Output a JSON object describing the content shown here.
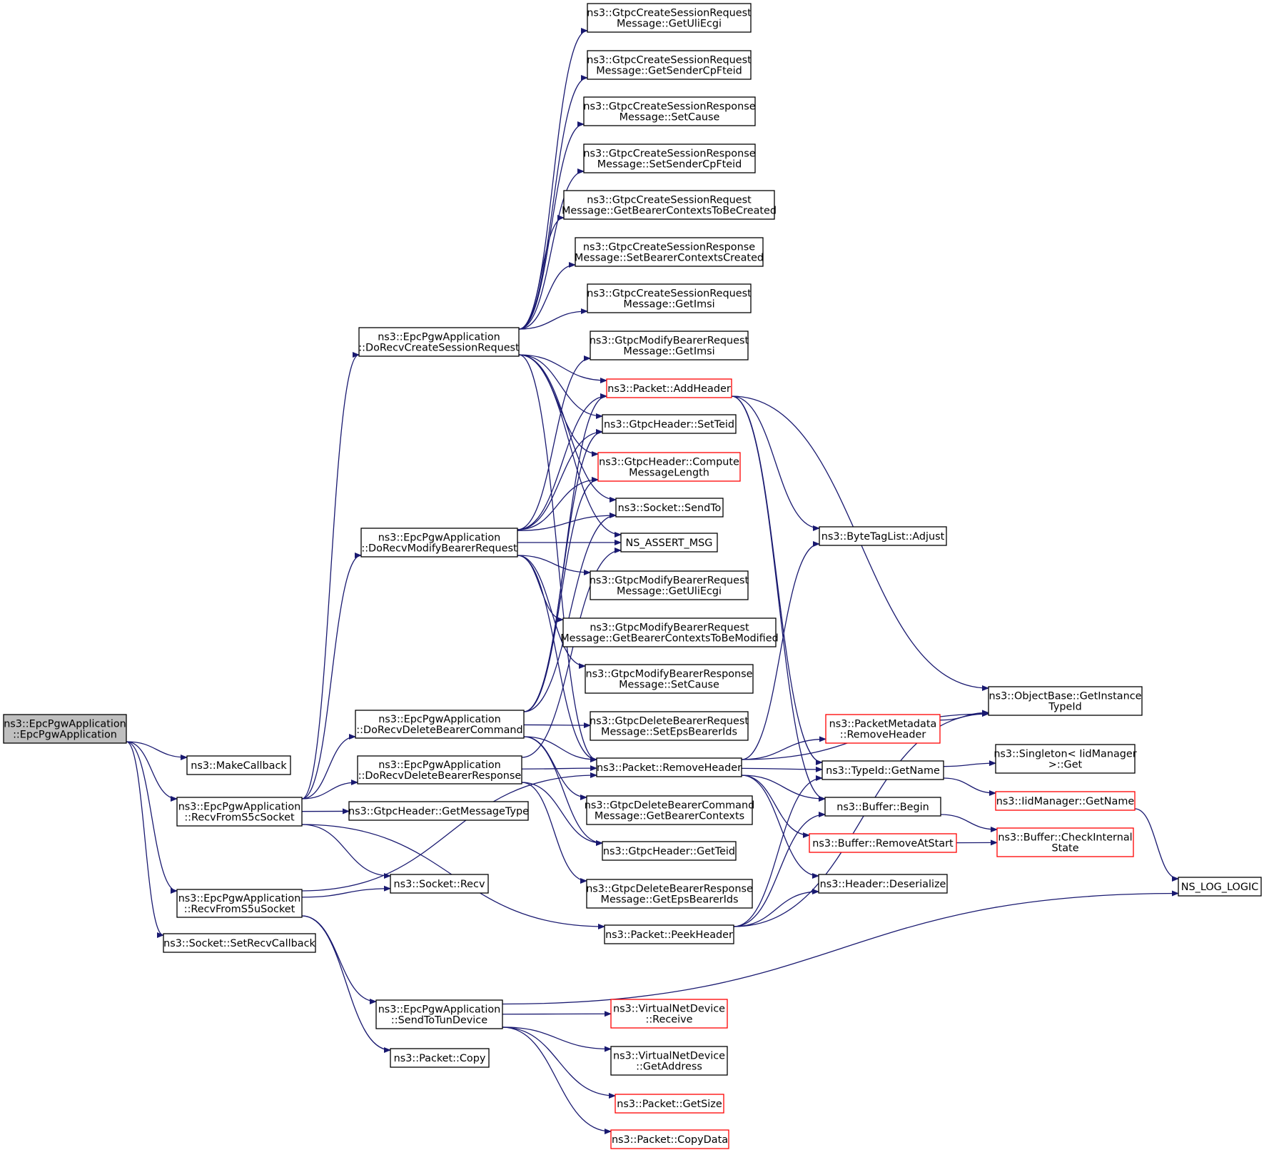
{
  "colors": {
    "edge": "#191970",
    "box_border": "#000000",
    "linked_border_red": "#ff0000",
    "root_fill": "#bfbfbf",
    "node_fill": "#ffffff"
  },
  "nodes": [
    {
      "id": "root",
      "lines": [
        "ns3::EpcPgwApplication",
        "::EpcPgwApplication"
      ],
      "style": "root"
    },
    {
      "id": "makecallback",
      "lines": [
        "ns3::MakeCallback"
      ],
      "style": "black"
    },
    {
      "id": "recvs5c",
      "lines": [
        "ns3::EpcPgwApplication",
        "::RecvFromS5cSocket"
      ],
      "style": "black"
    },
    {
      "id": "recvs5u",
      "lines": [
        "ns3::EpcPgwApplication",
        "::RecvFromS5uSocket"
      ],
      "style": "black"
    },
    {
      "id": "setrecvcb",
      "lines": [
        "ns3::Socket::SetRecvCallback"
      ],
      "style": "black"
    },
    {
      "id": "docreate",
      "lines": [
        "ns3::EpcPgwApplication",
        "::DoRecvCreateSessionRequest"
      ],
      "style": "black"
    },
    {
      "id": "domodify",
      "lines": [
        "ns3::EpcPgwApplication",
        "::DoRecvModifyBearerRequest"
      ],
      "style": "black"
    },
    {
      "id": "dodelcmd",
      "lines": [
        "ns3::EpcPgwApplication",
        "::DoRecvDeleteBearerCommand"
      ],
      "style": "black"
    },
    {
      "id": "dodelresp",
      "lines": [
        "ns3::EpcPgwApplication",
        "::DoRecvDeleteBearerResponse"
      ],
      "style": "black"
    },
    {
      "id": "getmsgtype",
      "lines": [
        "ns3::GtpcHeader::GetMessageType"
      ],
      "style": "black"
    },
    {
      "id": "socketrecv",
      "lines": [
        "ns3::Socket::Recv"
      ],
      "style": "black"
    },
    {
      "id": "sendtotun",
      "lines": [
        "ns3::EpcPgwApplication",
        "::SendToTunDevice"
      ],
      "style": "black"
    },
    {
      "id": "packetcopy",
      "lines": [
        "ns3::Packet::Copy"
      ],
      "style": "black"
    },
    {
      "id": "c_getuli",
      "lines": [
        "ns3::GtpcCreateSessionRequest",
        "Message::GetUliEcgi"
      ],
      "style": "black"
    },
    {
      "id": "c_getsender",
      "lines": [
        "ns3::GtpcCreateSessionRequest",
        "Message::GetSenderCpFteid"
      ],
      "style": "black"
    },
    {
      "id": "r_setcause",
      "lines": [
        "ns3::GtpcCreateSessionResponse",
        "Message::SetCause"
      ],
      "style": "black"
    },
    {
      "id": "r_setsender",
      "lines": [
        "ns3::GtpcCreateSessionResponse",
        "Message::SetSenderCpFteid"
      ],
      "style": "black"
    },
    {
      "id": "c_getbearer",
      "lines": [
        "ns3::GtpcCreateSessionRequest",
        "Message::GetBearerContextsToBeCreated"
      ],
      "style": "black"
    },
    {
      "id": "r_setbearer",
      "lines": [
        "ns3::GtpcCreateSessionResponse",
        "Message::SetBearerContextsCreated"
      ],
      "style": "black"
    },
    {
      "id": "c_getimsi",
      "lines": [
        "ns3::GtpcCreateSessionRequest",
        "Message::GetImsi"
      ],
      "style": "black"
    },
    {
      "id": "m_getimsi",
      "lines": [
        "ns3::GtpcModifyBearerRequest",
        "Message::GetImsi"
      ],
      "style": "black"
    },
    {
      "id": "addheader",
      "lines": [
        "ns3::Packet::AddHeader"
      ],
      "style": "red"
    },
    {
      "id": "setteid",
      "lines": [
        "ns3::GtpcHeader::SetTeid"
      ],
      "style": "black"
    },
    {
      "id": "computelen",
      "lines": [
        "ns3::GtpcHeader::Compute",
        "MessageLength"
      ],
      "style": "red"
    },
    {
      "id": "sendto",
      "lines": [
        "ns3::Socket::SendTo"
      ],
      "style": "black"
    },
    {
      "id": "assertmsg",
      "lines": [
        "NS_ASSERT_MSG"
      ],
      "style": "black"
    },
    {
      "id": "m_getuli",
      "lines": [
        "ns3::GtpcModifyBearerRequest",
        "Message::GetUliEcgi"
      ],
      "style": "black"
    },
    {
      "id": "m_getbearer",
      "lines": [
        "ns3::GtpcModifyBearerRequest",
        "Message::GetBearerContextsToBeModified"
      ],
      "style": "black"
    },
    {
      "id": "mr_setcause",
      "lines": [
        "ns3::GtpcModifyBearerResponse",
        "Message::SetCause"
      ],
      "style": "black"
    },
    {
      "id": "d_seteps",
      "lines": [
        "ns3::GtpcDeleteBearerRequest",
        "Message::SetEpsBearerIds"
      ],
      "style": "black"
    },
    {
      "id": "removeheader",
      "lines": [
        "ns3::Packet::RemoveHeader"
      ],
      "style": "black"
    },
    {
      "id": "dc_getbearer",
      "lines": [
        "ns3::GtpcDeleteBearerCommand",
        "Message::GetBearerContexts"
      ],
      "style": "black"
    },
    {
      "id": "getteid",
      "lines": [
        "ns3::GtpcHeader::GetTeid"
      ],
      "style": "black"
    },
    {
      "id": "dr_geteps",
      "lines": [
        "ns3::GtpcDeleteBearerResponse",
        "Message::GetEpsBearerIds"
      ],
      "style": "black"
    },
    {
      "id": "peekheader",
      "lines": [
        "ns3::Packet::PeekHeader"
      ],
      "style": "black"
    },
    {
      "id": "vnd_receive",
      "lines": [
        "ns3::VirtualNetDevice",
        "::Receive"
      ],
      "style": "red"
    },
    {
      "id": "vnd_getaddr",
      "lines": [
        "ns3::VirtualNetDevice",
        "::GetAddress"
      ],
      "style": "black"
    },
    {
      "id": "getsize",
      "lines": [
        "ns3::Packet::GetSize"
      ],
      "style": "red"
    },
    {
      "id": "copydata",
      "lines": [
        "ns3::Packet::CopyData"
      ],
      "style": "red"
    },
    {
      "id": "bytetagadjust",
      "lines": [
        "ns3::ByteTagList::Adjust"
      ],
      "style": "black"
    },
    {
      "id": "pm_remove",
      "lines": [
        "ns3::PacketMetadata",
        "::RemoveHeader"
      ],
      "style": "red"
    },
    {
      "id": "typeid_getname",
      "lines": [
        "ns3::TypeId::GetName"
      ],
      "style": "black"
    },
    {
      "id": "buffer_begin",
      "lines": [
        "ns3::Buffer::Begin"
      ],
      "style": "black"
    },
    {
      "id": "buffer_removeatstart",
      "lines": [
        "ns3::Buffer::RemoveAtStart"
      ],
      "style": "red"
    },
    {
      "id": "header_deserialize",
      "lines": [
        "ns3::Header::Deserialize"
      ],
      "style": "black"
    },
    {
      "id": "objbase_getinstance",
      "lines": [
        "ns3::ObjectBase::GetInstance",
        "TypeId"
      ],
      "style": "black"
    },
    {
      "id": "singleton_get",
      "lines": [
        "ns3::Singleton< IidManager",
        " >::Get"
      ],
      "style": "black"
    },
    {
      "id": "iidmanager_getname",
      "lines": [
        "ns3::IidManager::GetName"
      ],
      "style": "red"
    },
    {
      "id": "buffer_checkinternal",
      "lines": [
        "ns3::Buffer::CheckInternal",
        "State"
      ],
      "style": "red"
    },
    {
      "id": "ns_log_logic",
      "lines": [
        "NS_LOG_LOGIC"
      ],
      "style": "black"
    }
  ],
  "edges": [
    [
      "root",
      "makecallback"
    ],
    [
      "root",
      "recvs5c"
    ],
    [
      "root",
      "recvs5u"
    ],
    [
      "root",
      "setrecvcb"
    ],
    [
      "recvs5c",
      "docreate"
    ],
    [
      "recvs5c",
      "domodify"
    ],
    [
      "recvs5c",
      "dodelcmd"
    ],
    [
      "recvs5c",
      "dodelresp"
    ],
    [
      "recvs5c",
      "getmsgtype"
    ],
    [
      "recvs5c",
      "socketrecv"
    ],
    [
      "recvs5c",
      "peekheader"
    ],
    [
      "recvs5u",
      "socketrecv"
    ],
    [
      "recvs5u",
      "removeheader"
    ],
    [
      "recvs5u",
      "sendtotun"
    ],
    [
      "recvs5u",
      "packetcopy"
    ],
    [
      "docreate",
      "c_getuli"
    ],
    [
      "docreate",
      "c_getsender"
    ],
    [
      "docreate",
      "r_setcause"
    ],
    [
      "docreate",
      "r_setsender"
    ],
    [
      "docreate",
      "c_getbearer"
    ],
    [
      "docreate",
      "r_setbearer"
    ],
    [
      "docreate",
      "c_getimsi"
    ],
    [
      "docreate",
      "addheader"
    ],
    [
      "docreate",
      "setteid"
    ],
    [
      "docreate",
      "computelen"
    ],
    [
      "docreate",
      "sendto"
    ],
    [
      "docreate",
      "assertmsg"
    ],
    [
      "docreate",
      "removeheader"
    ],
    [
      "domodify",
      "m_getimsi"
    ],
    [
      "domodify",
      "addheader"
    ],
    [
      "domodify",
      "setteid"
    ],
    [
      "domodify",
      "computelen"
    ],
    [
      "domodify",
      "sendto"
    ],
    [
      "domodify",
      "assertmsg"
    ],
    [
      "domodify",
      "m_getuli"
    ],
    [
      "domodify",
      "m_getbearer"
    ],
    [
      "domodify",
      "mr_setcause"
    ],
    [
      "domodify",
      "removeheader"
    ],
    [
      "dodelcmd",
      "addheader"
    ],
    [
      "dodelcmd",
      "setteid"
    ],
    [
      "dodelcmd",
      "computelen"
    ],
    [
      "dodelcmd",
      "sendto"
    ],
    [
      "dodelcmd",
      "d_seteps"
    ],
    [
      "dodelcmd",
      "removeheader"
    ],
    [
      "dodelcmd",
      "dc_getbearer"
    ],
    [
      "dodelcmd",
      "getteid"
    ],
    [
      "dodelresp",
      "assertmsg"
    ],
    [
      "dodelresp",
      "removeheader"
    ],
    [
      "dodelresp",
      "getteid"
    ],
    [
      "dodelresp",
      "dr_geteps"
    ],
    [
      "sendtotun",
      "vnd_receive"
    ],
    [
      "sendtotun",
      "vnd_getaddr"
    ],
    [
      "sendtotun",
      "getsize"
    ],
    [
      "sendtotun",
      "copydata"
    ],
    [
      "sendtotun",
      "ns_log_logic"
    ],
    [
      "addheader",
      "bytetagadjust"
    ],
    [
      "addheader",
      "typeid_getname"
    ],
    [
      "addheader",
      "buffer_begin"
    ],
    [
      "addheader",
      "objbase_getinstance"
    ],
    [
      "removeheader",
      "bytetagadjust"
    ],
    [
      "removeheader",
      "pm_remove"
    ],
    [
      "removeheader",
      "typeid_getname"
    ],
    [
      "removeheader",
      "buffer_begin"
    ],
    [
      "removeheader",
      "buffer_removeatstart"
    ],
    [
      "removeheader",
      "header_deserialize"
    ],
    [
      "removeheader",
      "objbase_getinstance"
    ],
    [
      "peekheader",
      "typeid_getname"
    ],
    [
      "peekheader",
      "buffer_begin"
    ],
    [
      "peekheader",
      "header_deserialize"
    ],
    [
      "peekheader",
      "objbase_getinstance"
    ],
    [
      "pm_remove",
      "objbase_getinstance"
    ],
    [
      "typeid_getname",
      "singleton_get"
    ],
    [
      "typeid_getname",
      "iidmanager_getname"
    ],
    [
      "buffer_begin",
      "buffer_checkinternal"
    ],
    [
      "buffer_removeatstart",
      "buffer_checkinternal"
    ],
    [
      "iidmanager_getname",
      "ns_log_logic"
    ]
  ]
}
